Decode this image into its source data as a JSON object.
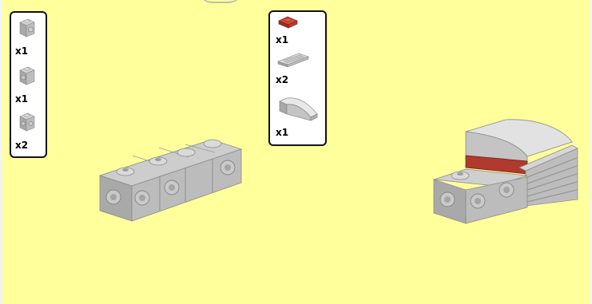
{
  "left_parts_list": {
    "items": [
      {
        "part": "brick-1x1-stud-on-side-icon",
        "qty": "x1"
      },
      {
        "part": "brick-1x1-stud-on-side-icon",
        "qty": "x1"
      },
      {
        "part": "brick-1x1-studs-on-two-sides-icon",
        "qty": "x2"
      }
    ]
  },
  "top_parts_list": {
    "items": [
      {
        "part": "plate-1x1-round-red-icon",
        "qty": "x1"
      },
      {
        "part": "plate-1x2-grille-icon",
        "qty": "x2"
      },
      {
        "part": "slope-curved-2x1-icon",
        "qty": "x1"
      }
    ]
  },
  "colors": {
    "background": "#ffff9c",
    "brick_gray": "#b8b8b8",
    "brick_red": "#b03a2e",
    "panel_border": "#111111"
  }
}
